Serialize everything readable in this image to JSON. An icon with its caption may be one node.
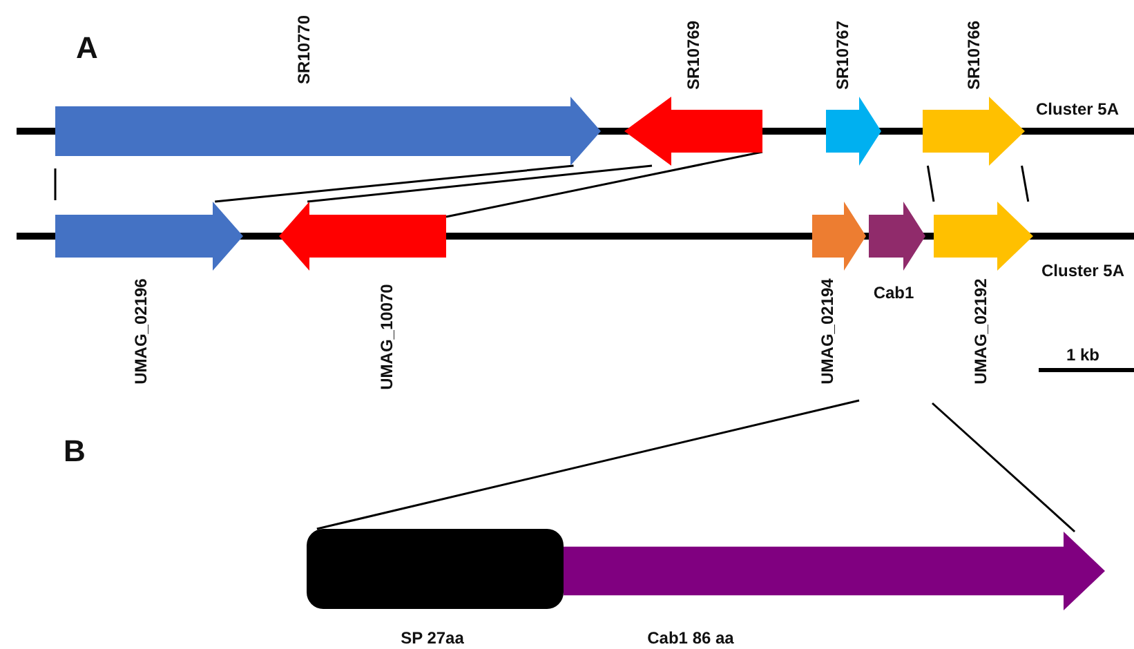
{
  "diagram": {
    "nodes": [
      {
        "text": [
          "SR10770"
        ]
      },
      {
        "text": [
          "SR10769"
        ]
      },
      {
        "text": [
          "SR10767"
        ]
      },
      {
        "text": [
          "SR10766"
        ]
      },
      {
        "text": [
          "UMAG_02196"
        ]
      },
      {
        "text": [
          "UMAG_10070"
        ]
      },
      {
        "text": [
          "UMAG_02194"
        ]
      },
      {
        "text": [
          "Cab1"
        ]
      },
      {
        "text": [
          "UMAG_02192"
        ]
      },
      {
        "text": [
          "SP 27aa"
        ]
      },
      {
        "text": [
          "Cab1 86 aa"
        ]
      }
    ],
    "edges": [
      {
        "from": 0,
        "to": 4,
        "arrow": "none"
      },
      {
        "from": 0,
        "to": 4,
        "arrow": "none"
      },
      {
        "from": 1,
        "to": 5,
        "arrow": "none"
      },
      {
        "from": 1,
        "to": 5,
        "arrow": "none"
      },
      {
        "from": 3,
        "to": 8,
        "arrow": "none"
      },
      {
        "from": 3,
        "to": 8,
        "arrow": "none"
      },
      {
        "from": null,
        "to": 9,
        "arrow": "none"
      },
      {
        "from": null,
        "to": 10,
        "arrow": "none"
      }
    ],
    "labels": [
      "A",
      "Cluster 5A",
      "Cluster 5A",
      "1 kb",
      "B"
    ]
  }
}
